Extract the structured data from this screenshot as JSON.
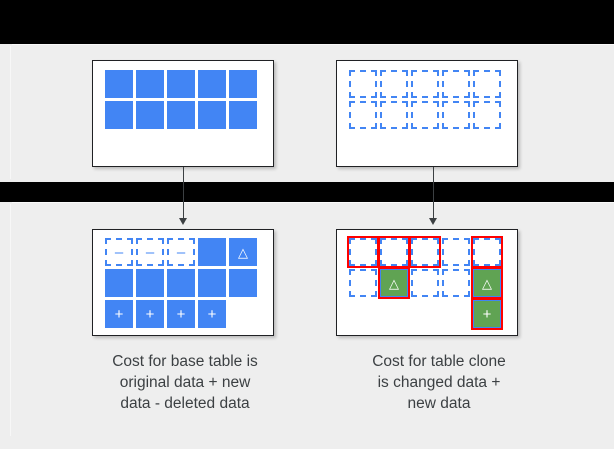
{
  "page": {
    "background": "#000000",
    "slide_background": "#eeeeee",
    "accent_blue": "#4285f4",
    "accent_green": "#60a353",
    "highlight_red": "#ff0000",
    "outline_dark": "#202124"
  },
  "glyphs": {
    "triangle": "△",
    "plus": "+",
    "minus": "–"
  },
  "top_row": {
    "base_table": {
      "name": "base-table-original",
      "rows": [
        [
          "filled",
          "filled",
          "filled",
          "filled",
          "filled"
        ],
        [
          "filled",
          "filled",
          "filled",
          "filled",
          "filled"
        ]
      ],
      "glyphs": [
        [
          "",
          "",
          "",
          "",
          ""
        ],
        [
          "",
          "",
          "",
          "",
          ""
        ]
      ],
      "marked": [
        [
          false,
          false,
          false,
          false,
          false
        ],
        [
          false,
          false,
          false,
          false,
          false
        ]
      ]
    },
    "clone_table": {
      "name": "clone-table-original",
      "rows": [
        [
          "dashed",
          "dashed",
          "dashed",
          "dashed",
          "dashed"
        ],
        [
          "dashed",
          "dashed",
          "dashed",
          "dashed",
          "dashed"
        ]
      ],
      "glyphs": [
        [
          "",
          "",
          "",
          "",
          ""
        ],
        [
          "",
          "",
          "",
          "",
          ""
        ]
      ],
      "marked": [
        [
          false,
          false,
          false,
          false,
          false
        ],
        [
          false,
          false,
          false,
          false,
          false
        ]
      ]
    }
  },
  "bottom_row": {
    "base_table": {
      "name": "base-table-after",
      "rows": [
        [
          "dashed",
          "dashed",
          "dashed",
          "filled",
          "filled"
        ],
        [
          "filled",
          "filled",
          "filled",
          "filled",
          "filled"
        ],
        [
          "filled",
          "filled",
          "filled",
          "filled",
          "empty"
        ]
      ],
      "glyphs": [
        [
          "–",
          "–",
          "–",
          "",
          "△"
        ],
        [
          "",
          "",
          "",
          "",
          ""
        ],
        [
          "+",
          "+",
          "+",
          "+",
          ""
        ]
      ],
      "marked": [
        [
          false,
          false,
          false,
          false,
          false
        ],
        [
          false,
          false,
          false,
          false,
          false
        ],
        [
          false,
          false,
          false,
          false,
          false
        ]
      ]
    },
    "clone_table": {
      "name": "clone-table-after",
      "rows": [
        [
          "dashed",
          "dashed",
          "dashed",
          "dashed",
          "dashed"
        ],
        [
          "dashed",
          "green",
          "dashed",
          "dashed",
          "green"
        ],
        [
          "empty",
          "empty",
          "empty",
          "empty",
          "green"
        ]
      ],
      "glyphs": [
        [
          "",
          "",
          "",
          "",
          ""
        ],
        [
          "",
          "△",
          "",
          "",
          "△"
        ],
        [
          "",
          "",
          "",
          "",
          "+"
        ]
      ],
      "marked": [
        [
          true,
          true,
          true,
          false,
          true
        ],
        [
          false,
          true,
          false,
          false,
          true
        ],
        [
          false,
          false,
          false,
          false,
          true
        ]
      ]
    }
  },
  "captions": {
    "base": "Cost for base table is original data + new data - deleted data",
    "clone": "Cost for table clone is changed data + new data"
  },
  "caption_lines": {
    "base": [
      "Cost for base table is",
      "original data + new",
      "data - deleted data"
    ],
    "clone": [
      "Cost for table clone",
      "is changed data +",
      "new data"
    ]
  },
  "arrows": {
    "base_arrow_label": "flow-base-table",
    "clone_arrow_label": "flow-clone-table"
  }
}
